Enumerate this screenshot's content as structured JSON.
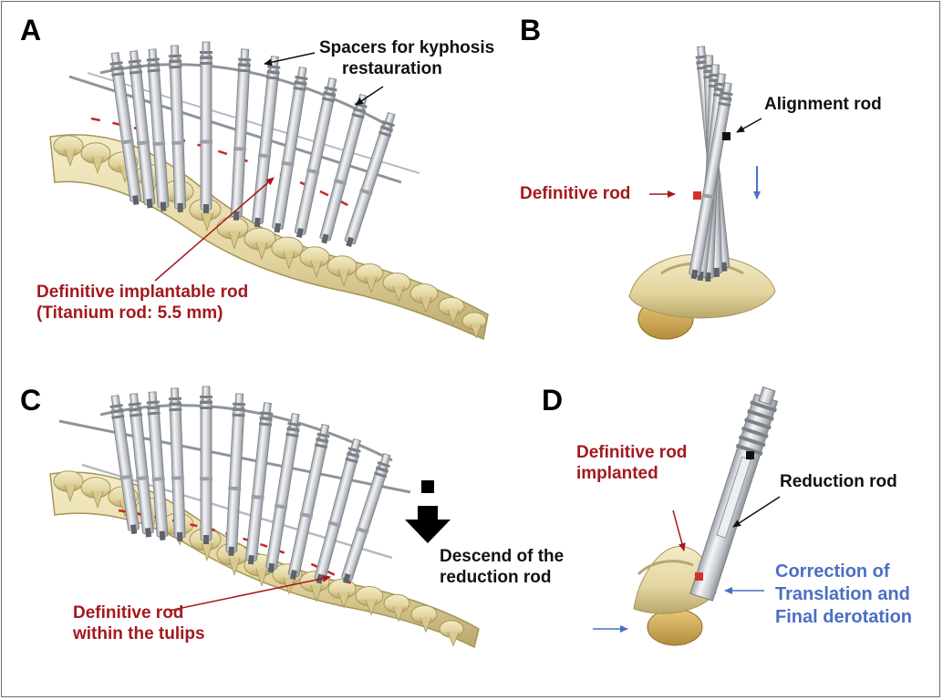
{
  "panels": {
    "a": {
      "letter": "A",
      "label_black_line1": "Spacers for kyphosis",
      "label_black_line2": "restauration",
      "label_red_line1": "Definitive implantable rod",
      "label_red_line2": "(Titanium rod: 5.5 mm)"
    },
    "b": {
      "letter": "B",
      "label_black": "Alignment rod",
      "label_red": "Definitive rod"
    },
    "c": {
      "letter": "C",
      "label_black_line1": "Descend of the",
      "label_black_line2": "reduction rod",
      "label_red_line1": "Definitive rod",
      "label_red_line2": "within the tulips"
    },
    "d": {
      "letter": "D",
      "label_red_line1": "Definitive rod",
      "label_red_line2": "implanted",
      "label_black": "Reduction rod",
      "label_blue_line1": "Correction of",
      "label_blue_line2": "Translation and",
      "label_blue_line3": "Final derotation"
    }
  },
  "colors": {
    "red_label": "#a3191f",
    "blue_label": "#4a6fc4",
    "black_label": "#111111",
    "bone": "#e8ddb0",
    "metal": "#c9ccd1"
  }
}
